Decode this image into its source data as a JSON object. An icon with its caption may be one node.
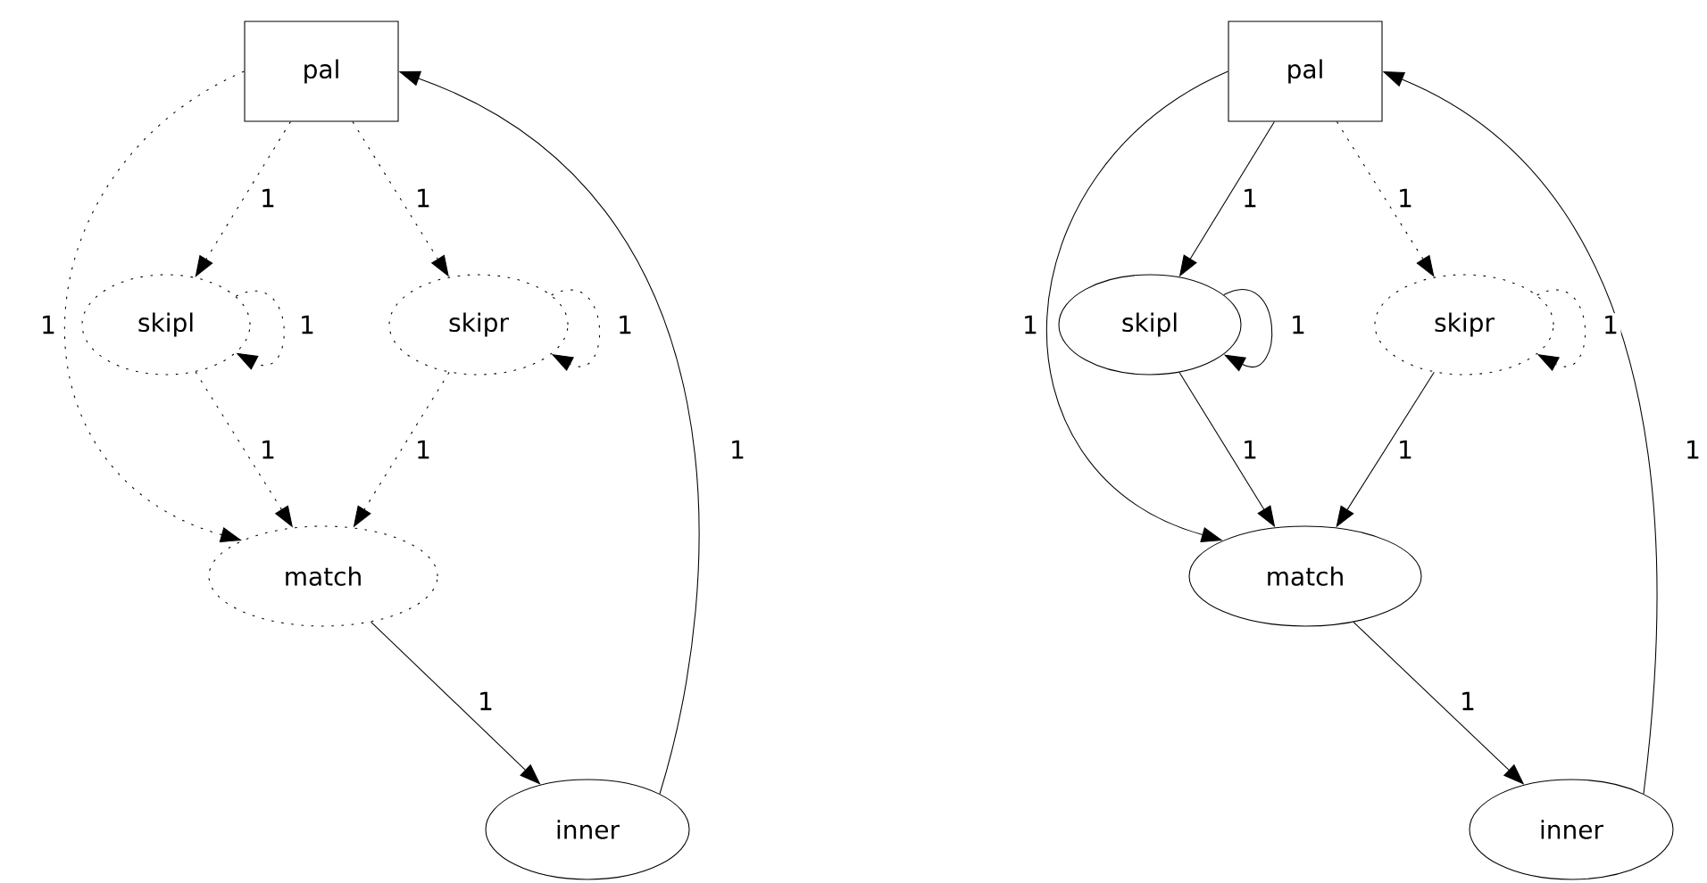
{
  "diagram": {
    "nodes": [
      {
        "text": [
          "pal"
        ]
      },
      {
        "text": [
          "skipl"
        ]
      },
      {
        "text": [
          "skipr"
        ]
      },
      {
        "text": [
          "match"
        ]
      },
      {
        "text": [
          "inner"
        ]
      },
      {
        "text": [
          "pal"
        ]
      },
      {
        "text": [
          "skipl"
        ]
      },
      {
        "text": [
          "skipr"
        ]
      },
      {
        "text": [
          "match"
        ]
      },
      {
        "text": [
          "inner"
        ]
      }
    ],
    "edges": [
      {
        "from": 0,
        "to": 1,
        "arrow": "to",
        "label": "1",
        "style": "dashed"
      },
      {
        "from": 0,
        "to": 2,
        "arrow": "to",
        "label": "1",
        "style": "dashed"
      },
      {
        "from": 0,
        "to": 3,
        "arrow": "to",
        "label": "1",
        "style": "dashed"
      },
      {
        "from": 1,
        "to": 1,
        "arrow": "to",
        "label": "1",
        "style": "dashed"
      },
      {
        "from": 2,
        "to": 2,
        "arrow": "to",
        "label": "1",
        "style": "dashed"
      },
      {
        "from": 1,
        "to": 3,
        "arrow": "to",
        "label": "1",
        "style": "dashed"
      },
      {
        "from": 2,
        "to": 3,
        "arrow": "to",
        "label": "1",
        "style": "dashed"
      },
      {
        "from": 3,
        "to": 4,
        "arrow": "to",
        "label": "1"
      },
      {
        "from": 4,
        "to": 0,
        "arrow": "to",
        "label": "1"
      },
      {
        "from": 5,
        "to": 6,
        "arrow": "to",
        "label": "1"
      },
      {
        "from": 5,
        "to": 7,
        "arrow": "to",
        "label": "1",
        "style": "dashed"
      },
      {
        "from": 5,
        "to": 8,
        "arrow": "to",
        "label": "1"
      },
      {
        "from": 6,
        "to": 6,
        "arrow": "to",
        "label": "1"
      },
      {
        "from": 7,
        "to": 7,
        "arrow": "to",
        "label": "1",
        "style": "dashed"
      },
      {
        "from": 6,
        "to": 8,
        "arrow": "to",
        "label": "1"
      },
      {
        "from": 7,
        "to": 8,
        "arrow": "to",
        "label": "1"
      },
      {
        "from": 8,
        "to": 9,
        "arrow": "to",
        "label": "1"
      },
      {
        "from": 9,
        "to": 5,
        "arrow": "to",
        "label": "1"
      }
    ]
  }
}
